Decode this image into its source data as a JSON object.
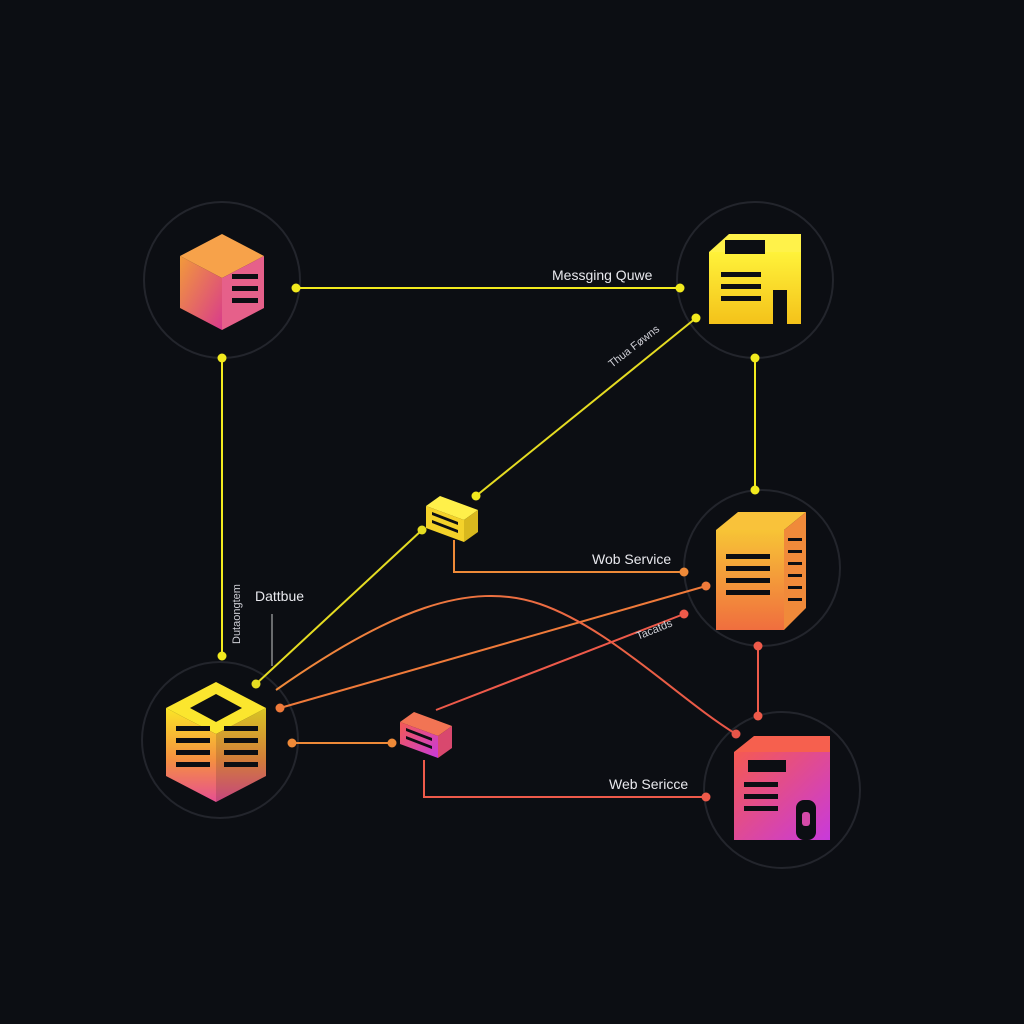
{
  "colors": {
    "background": "#0c0e13",
    "ring": "#23252c",
    "yellow": "#f2ea1e",
    "amber": "#f5a623",
    "orange": "#f0703a",
    "coral": "#ee5a4a",
    "pink": "#e94a8a",
    "magenta": "#c63bd8"
  },
  "nodes": {
    "top_left": {
      "icon": "server-icon"
    },
    "top_right": {
      "icon": "server-icon"
    },
    "mid_right": {
      "icon": "server-rack-icon"
    },
    "bottom_left": {
      "icon": "database-rack-icon"
    },
    "bottom_right": {
      "icon": "server-icon"
    },
    "small_upper": {
      "icon": "switch-icon"
    },
    "small_lower": {
      "icon": "switch-icon"
    }
  },
  "labels": {
    "messaging_queue": "Messging Quwe",
    "diag_upper": "Thua Føwns",
    "web_service_upper": "Wob Service",
    "database": "Dattbue",
    "vertical": "Dutaongtem",
    "diag_lower": "Tacatds",
    "web_service_lower": "Web Sericce"
  }
}
